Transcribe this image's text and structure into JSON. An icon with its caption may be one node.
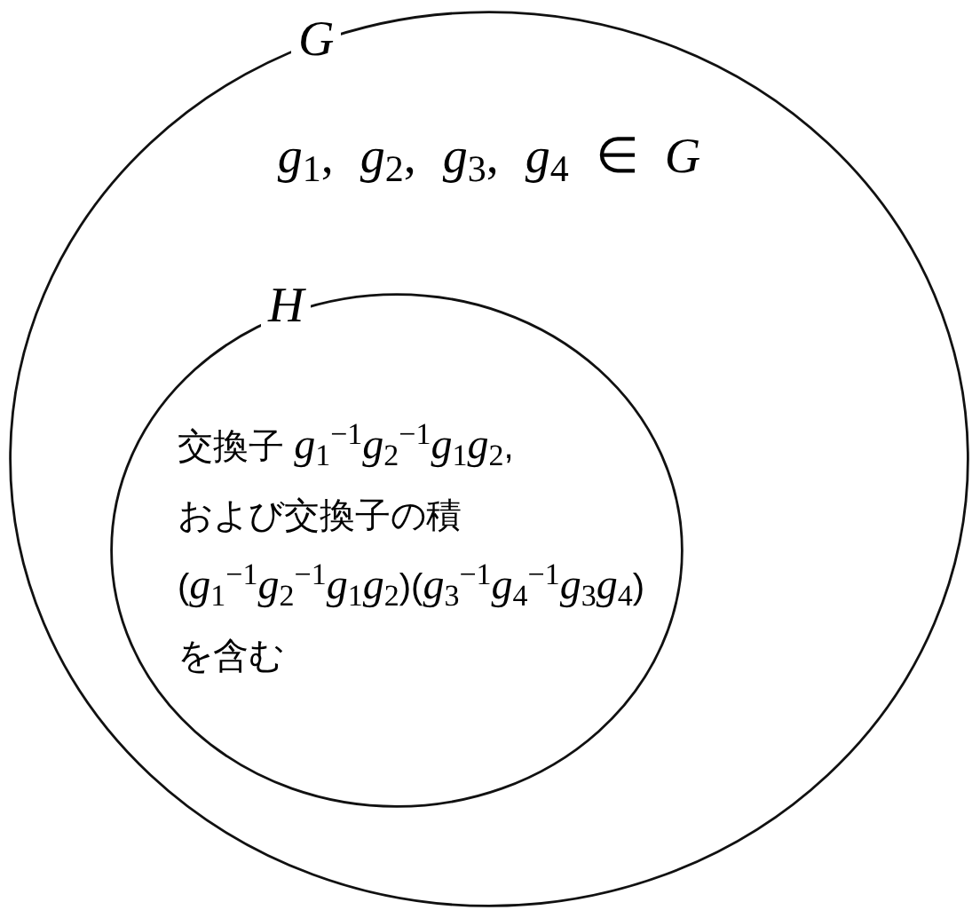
{
  "diagram": {
    "nodes": [
      {
        "text": [
          "G",
          "*g*$_{1}$, *g*$_{2}$, *g*$_{3}$, *g*$_{4}$ ∈ *G*"
        ]
      },
      {
        "text": [
          "H",
          "交換子 *g*$_{1}$$^{−1}$*g*$_{2}$$^{−1}$*g*$_{1}$*g*$_{2}$, および交換子の積 (*g*$_{1}$$^{−1}$*g*$_{2}$$^{−1}$*g*$_{1}$*g*$_{2}$)(*g*$_{3}$$^{−1}$*g*$_{4}$$^{−1}$*g*$_{3}$*g*$_{4}$) を含む"
        ],
        "in": 0
      }
    ]
  }
}
